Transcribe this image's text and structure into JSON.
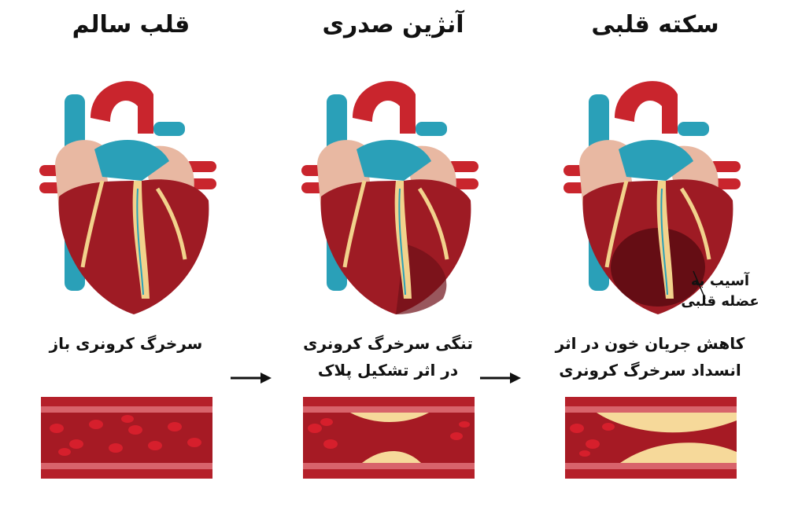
{
  "stages": [
    {
      "title": "قلب سالم",
      "caption_lines": [
        "سرخرگ کرونری باز"
      ]
    },
    {
      "title": "آنژین صدری",
      "caption_lines": [
        "تنگی سرخرگ کرونری",
        "در اثر تشکیل پلاک"
      ]
    },
    {
      "title": "سکته قلبی",
      "caption_lines": [
        "کاهش جریان خون در اثر",
        "انسداد سرخرگ کرونری"
      ]
    }
  ],
  "damage_label_lines": [
    "آسیب به",
    "عضله قلبی"
  ],
  "colors": {
    "muscle": "#9e1b24",
    "muscle_dark": "#6e0f18",
    "aorta": "#c9252d",
    "vein": "#2aa0b8",
    "atrium": "#e8b8a2",
    "fat": "#f2d28c",
    "plaque": "#f6d99a",
    "blood_cell": "#d61f2c",
    "vessel_wall": "#b5202a"
  }
}
